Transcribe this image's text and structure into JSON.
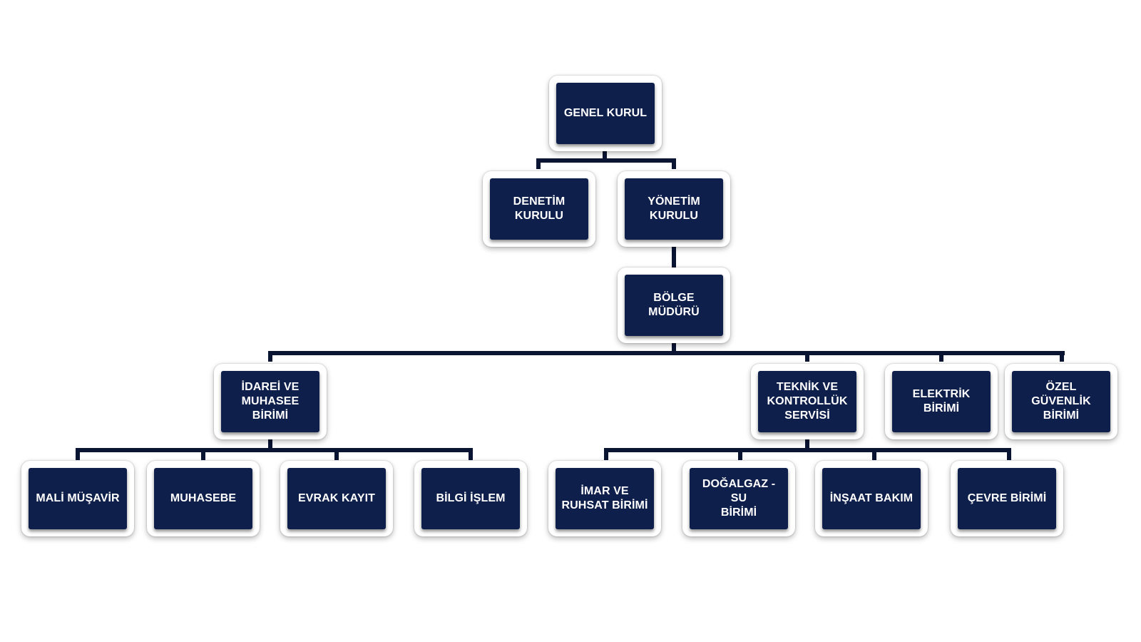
{
  "diagram": {
    "type": "org-chart",
    "colors": {
      "background": "#ffffff",
      "box_fill": "#0f1f4b",
      "box_frame": "#ffffff",
      "connector": "#0a1433",
      "text": "#ffffff"
    },
    "nodes": {
      "genel_kurul": "GENEL KURUL",
      "denetim_kurulu": "DENETİM\nKURULU",
      "yonetim_kurulu": "YÖNETİM\nKURULU",
      "bolge_muduru": "BÖLGE\nMÜDÜRÜ",
      "idarei_muhasebe": "İDAREİ VE\nMUHASEE\nBİRİMİ",
      "teknik_kontrolluk": "TEKNİK VE\nKONTROLLÜK\nSERVİSİ",
      "elektrik": "ELEKTRİK\nBİRİMİ",
      "ozel_guvenlik": "ÖZEL\nGÜVENLİK\nBİRİMİ",
      "mali_musavir": "MALİ MÜŞAVİR",
      "muhasebe": "MUHASEBE",
      "evrak_kayit": "EVRAK KAYIT",
      "bilgi_islem": "BİLGİ İŞLEM",
      "imar_ruhsat": "İMAR VE\nRUHSAT BİRİMİ",
      "dogalgaz_su": "DOĞALGAZ - SU\nBİRİMİ",
      "insaat_bakim": "İNŞAAT BAKIM",
      "cevre": "ÇEVRE BİRİMİ"
    },
    "edges": [
      [
        "genel_kurul",
        "denetim_kurulu"
      ],
      [
        "genel_kurul",
        "yonetim_kurulu"
      ],
      [
        "yonetim_kurulu",
        "bolge_muduru"
      ],
      [
        "bolge_muduru",
        "idarei_muhasebe"
      ],
      [
        "bolge_muduru",
        "teknik_kontrolluk"
      ],
      [
        "bolge_muduru",
        "elektrik"
      ],
      [
        "bolge_muduru",
        "ozel_guvenlik"
      ],
      [
        "idarei_muhasebe",
        "mali_musavir"
      ],
      [
        "idarei_muhasebe",
        "muhasebe"
      ],
      [
        "idarei_muhasebe",
        "evrak_kayit"
      ],
      [
        "idarei_muhasebe",
        "bilgi_islem"
      ],
      [
        "teknik_kontrolluk",
        "imar_ruhsat"
      ],
      [
        "teknik_kontrolluk",
        "dogalgaz_su"
      ],
      [
        "teknik_kontrolluk",
        "insaat_bakim"
      ],
      [
        "teknik_kontrolluk",
        "cevre"
      ]
    ]
  }
}
